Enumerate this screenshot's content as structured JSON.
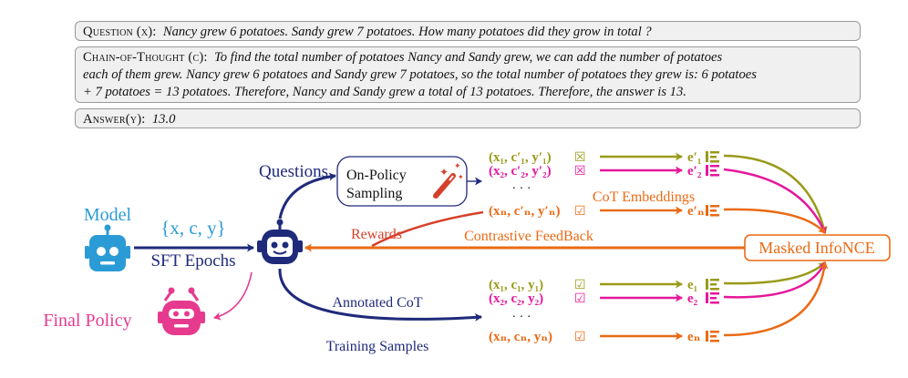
{
  "question": {
    "label": "Question (x):",
    "text": "Nancy grew 6 potatoes. Sandy grew 7 potatoes. How many potatoes did they grow in total ?"
  },
  "cot": {
    "label": "Chain-of-Thought (c):",
    "lines": [
      "To find the total number of potatoes Nancy and Sandy grew, we can add the number of potatoes",
      "each of them grew. Nancy grew 6 potatoes and Sandy grew 7 potatoes, so the total number of potatoes they grew is: 6 potatoes",
      "+ 7 potatoes = 13 potatoes. Therefore, Nancy and Sandy grew a total of 13 potatoes. Therefore, the answer is 13."
    ]
  },
  "answer": {
    "label": "Answer(y):",
    "text": "13.0"
  },
  "diagram": {
    "model_label": "Model",
    "sft_data_label": "{x, c, y}",
    "sft_epochs_label": "SFT Epochs",
    "final_policy_label": "Final Policy",
    "questions_label": "Questions",
    "on_policy_label_1": "On-Policy",
    "on_policy_label_2": "Sampling",
    "rewards_label": "Rewards",
    "contrastive_label": "Contrastive FeedBack",
    "annotated_cot_label": "Annotated CoT",
    "training_samples_label": "Training Samples",
    "cot_embeddings_label": "CoT Embeddings",
    "masked_infonce_label": "Masked InfoNCE",
    "ellipsis": "· · ·",
    "sampled_rows": [
      {
        "tuple": "(x₁, c′₁, y′₁)",
        "emb": "e′₁",
        "mark": "☒",
        "color": "#9a9a1a"
      },
      {
        "tuple": "(x₂, c′₂, y′₂)",
        "emb": "e′₂",
        "mark": "☒",
        "color": "#e6179b"
      },
      {
        "tuple": "(xₙ, c′ₙ, y′ₙ)",
        "emb": "e′ₙ",
        "mark": "☑",
        "color": "#ea6a14"
      }
    ],
    "annotated_rows": [
      {
        "tuple": "(x₁, c₁, y₁)",
        "emb": "e₁",
        "mark": "☑",
        "color": "#9a9a1a"
      },
      {
        "tuple": "(x₂, c₂, y₂)",
        "emb": "e₂",
        "mark": "☑",
        "color": "#e6179b"
      },
      {
        "tuple": "(xₙ, cₙ, yₙ)",
        "emb": "eₙ",
        "mark": "☑",
        "color": "#ea6a14"
      }
    ],
    "colors": {
      "navy": "#1f2a7a",
      "blue": "#2b9bd6",
      "orange": "#ea6a14",
      "red": "#d6402a",
      "olive": "#9a9a1a",
      "magenta": "#e6179b",
      "pink": "#e63a8e"
    }
  }
}
